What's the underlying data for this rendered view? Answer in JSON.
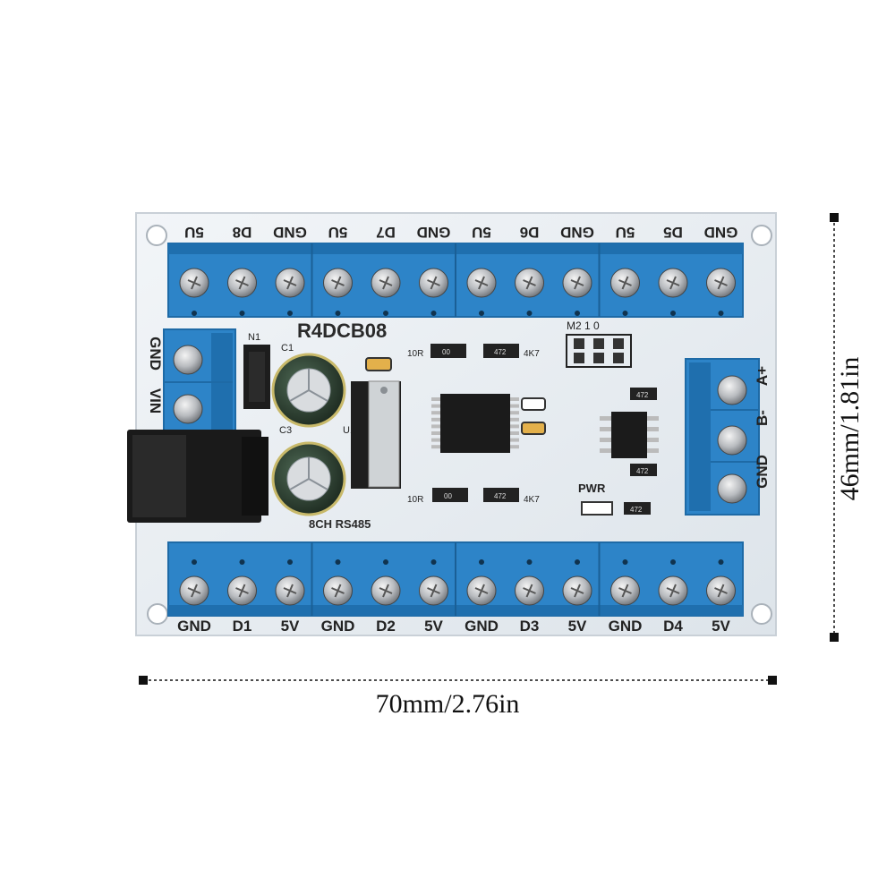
{
  "board": {
    "model": "R4DCB08",
    "subtitle": "8CH RS485",
    "silk": {
      "n1": "N1",
      "c1": "C1",
      "c3": "C3",
      "u1": "U1",
      "r10a": "10R",
      "r10b": "10R",
      "r4k7a": "4K7",
      "r4k7b": "4K7",
      "m": "M2 1 0",
      "pwr": "PWR",
      "code472": "472",
      "code00": "00"
    }
  },
  "top_labels": [
    "5U",
    "D8",
    "GND",
    "5U",
    "D7",
    "GND",
    "5U",
    "D6",
    "GND",
    "5U",
    "D5",
    "GND"
  ],
  "bottom_labels": [
    "GND",
    "D1",
    "5V",
    "GND",
    "D2",
    "5V",
    "GND",
    "D3",
    "5V",
    "GND",
    "D4",
    "5V"
  ],
  "left_labels": [
    "GND",
    "VIN"
  ],
  "right_labels": [
    "A+",
    "B-",
    "GND"
  ],
  "dimensions": {
    "width": "70mm/2.76in",
    "height": "46mm/1.81in"
  },
  "colors": {
    "terminal": "#2d84c8",
    "terminal_dark": "#1e6aa6",
    "board": "#e9eef3"
  }
}
